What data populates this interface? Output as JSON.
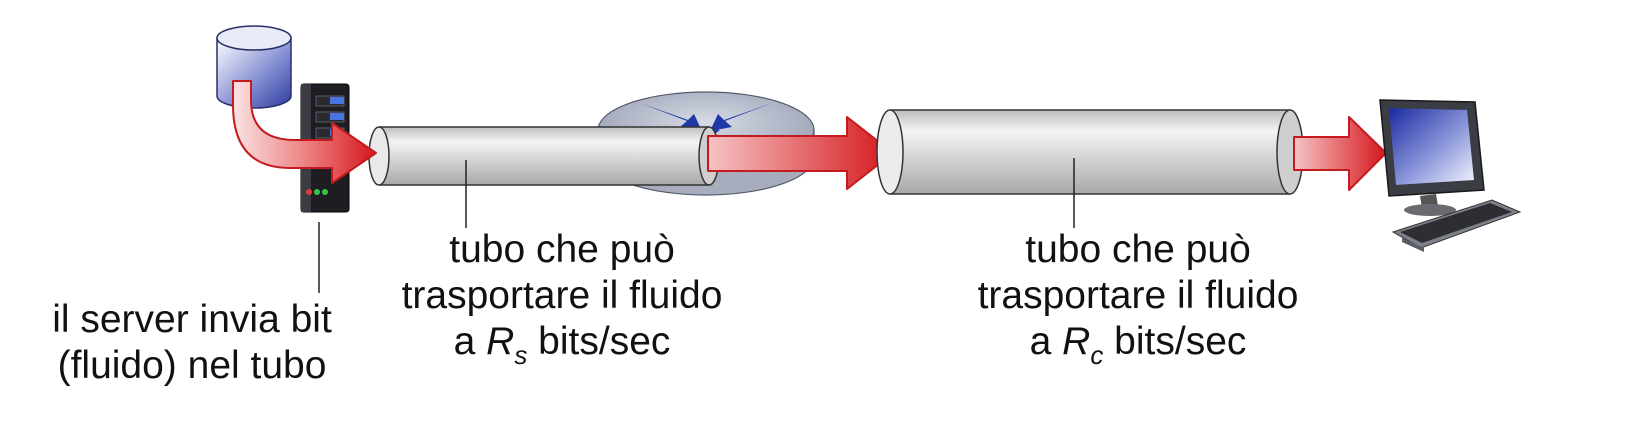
{
  "server_label": {
    "line1": "il server invia bit",
    "line2": "(fluido) nel tubo"
  },
  "pipe_left": {
    "line1": "tubo che può",
    "line2": "trasportare il fluido",
    "line3_prefix": "a",
    "rate_symbol": "R",
    "rate_subscript": "s",
    "line3_suffix": "bits/sec"
  },
  "pipe_right": {
    "line1": "tubo che può",
    "line2": "trasportare il fluido",
    "line3_prefix": "a",
    "rate_symbol": "R",
    "rate_subscript": "c",
    "line3_suffix": "bits/sec"
  },
  "colors": {
    "arrow_red": "#d9262b",
    "pipe_gray": "#d8d8d8",
    "router_blue": "#1d3aa6",
    "disk_blue": "#2d3a9e"
  },
  "icons": [
    "database-icon",
    "server-icon",
    "router-icon",
    "computer-icon"
  ]
}
